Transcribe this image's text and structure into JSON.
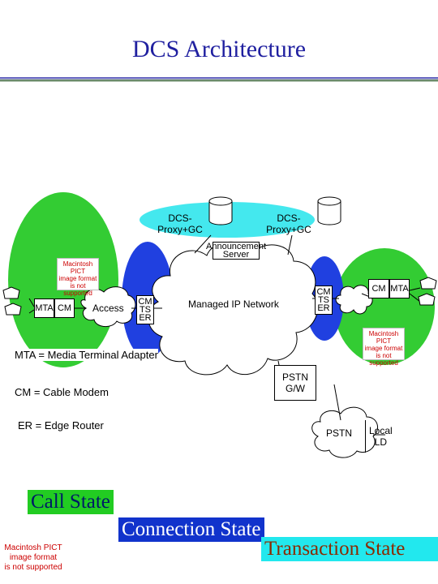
{
  "title": "DCS Architecture",
  "nodes": {
    "dcs_proxy_left": "DCS-\nProxy+GC",
    "dcs_proxy_right": "DCS-\nProxy+GC",
    "announcement_server": "Announcement\nServer",
    "mta_left": "MTA",
    "cm_left": "CM",
    "access": "Access",
    "cm_ts_er_left": "CM\nTS\nER",
    "managed_ip_network": "Managed IP Network",
    "cm_ts_er_right": "CM\nTS\nER",
    "cm_right": "CM",
    "mta_right": "MTA",
    "pstn_gw": "PSTN\nG/W",
    "pstn": "PSTN",
    "local_ld": "Local\nLD"
  },
  "placeholders": {
    "pict_left": "Macintosh PICT\nimage format\nis not supported",
    "pict_right": "Macintosh PICT\nimage format\nis not supported",
    "pict_bottom": "Macintosh PICT\nimage format\nis not supported"
  },
  "legend": {
    "mta": "MTA = Media Terminal Adapter",
    "cm": "CM = Cable Modem",
    "er": "ER = Edge Router"
  },
  "states": {
    "call": "Call State",
    "connection": "Connection State",
    "transaction": "Transaction State"
  },
  "colors": {
    "title": "#2020a0",
    "subscriber_zone": "#33cc33",
    "edge_zone": "#2040e0",
    "proxy_zone": "#44e8ee",
    "call_state_bg": "#22cc22",
    "connection_state_bg": "#1133cc",
    "transaction_state_bg": "#22e8ee",
    "transaction_state_text": "#8a2a00"
  }
}
